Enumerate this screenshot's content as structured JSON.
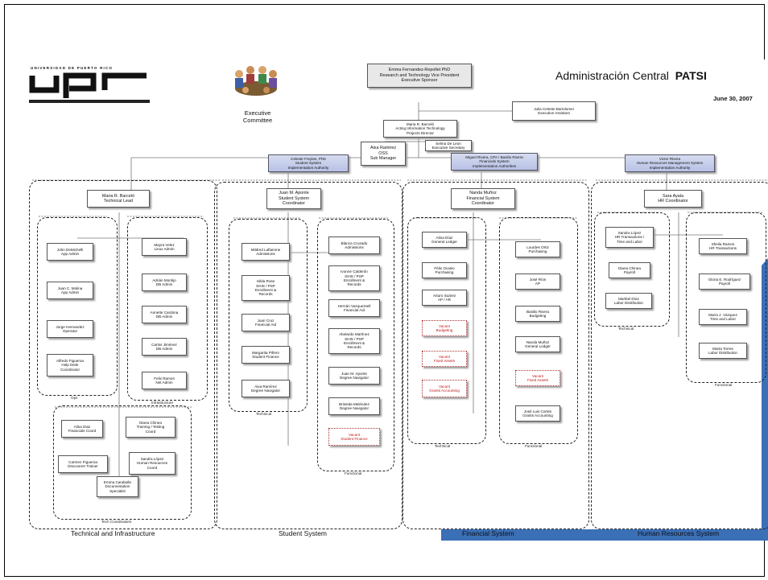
{
  "header": {
    "logo_caption": "UNIVERSIDAD DE PUERTO RICO",
    "logo": "UPR",
    "title_prefix": "Administración Central",
    "title_strong": "PATSI",
    "date": "June 30, 2007",
    "committee_label": "Executive\nCommittee"
  },
  "top": {
    "sponsor": "Emma Fernandez-Repollet PhD\nResearch and Technology Vice President\nExecutive Sponsor",
    "assistant": "Julia Celeste Bartolomei\nExecutive Assistant",
    "director": "Maria R. Barceló\nActing Information Technology\nProjects Director",
    "secretary": "Selma De Leon\nExecutive Secretary",
    "submanager": "Aixa Ramirez\nOSS\nSub Manager"
  },
  "authorities": [
    "Celeste Freytes, PhD\nStudent System\nImplementation Authority",
    "Miguel Rivera, CPA / Basilio Rivera\nFinancials System\nImplementation Authorities",
    "Victor Rivera\nHuman Resources Management System\nImplementation Authority"
  ],
  "tech": {
    "lead": "Maria R. Barceló\nTechnical Lead",
    "ops": [
      "John DeMichelli\nApp Admin",
      "Juan C. Molina\nApp Admin",
      "Jorge Hernandez\nOperator",
      "Alfredo Figueroa\nHelp Desk\nCoordinator"
    ],
    "infra": [
      "Mayra Velez\nLinux Admin",
      "Adrián Montijo\nDB Admin",
      "Annette Cardona\nDB Admin",
      "Carlos Jiménez\nDB Admin",
      "Felix Ramos\nNet Admin"
    ],
    "coord": [
      "Alina Diaz\nFinancials Coord",
      "Diana Chinea\nTraining / Testing\nCoord",
      "Carmen Figueroa\nDiscoverer Trainer",
      "Sandra López\nHuman Resources\nCoord",
      "Emma Caraballo\nDocumentation\nSpecialist"
    ],
    "sub_labels": [
      "Ops",
      "Infrastructure",
      "Tech Coordinators"
    ],
    "label": "Technical and Infrastructure"
  },
  "student": {
    "lead": "Juan M. Aponte\nStudent System\nCoordinator",
    "technical": [
      "Mildred Laflamme\nAdmissions",
      "Hilda Rose\nSIHS / PSP\nEnrollment &\nRecords",
      "Juan Cruz\nFinancial Aid",
      "Margarita Piñero\nStudent Finance",
      "Aixa Ramírez\nDegree Navigator"
    ],
    "functional": [
      "Blanca Cruzado\nAdmissions",
      "Ivonne Calderón\nSIHS / PSP\nEnrollment &\nRecords",
      "Hernán Vazquezsell\nFinancial Aid",
      "Abelardo Martínez\nSIHS / PSP\nEnrollment &\nRecords",
      "Juan M. Aponte\nDegree Navigator",
      "Briseida Meléndez\nDegree Navigator",
      "Vacant\nStudent Finance"
    ],
    "sub_labels": [
      "Technical",
      "Functional"
    ],
    "label": "Student System"
  },
  "financial": {
    "lead": "Nanda Muñoz\nFinancial System\nCoordinator",
    "technical": [
      "Alina Díaz\nGeneral Ledger",
      "Félix Ocasio\nPurchasing",
      "Arturo Suárez\nAP / AR",
      "Vacant\nBudgeting",
      "Vacant\nFixed Assets",
      "Vacant\nGrants Accounting"
    ],
    "functional": [
      "Lourdes Ortiz\nPurchasing",
      "José Ríos\nAP",
      "Basilio Rivera\nBudgeting",
      "Nanda Muñoz\nGeneral Ledger",
      "Vacant\nFixed Assets",
      "José Luis Cortes\nGrants Accounting"
    ],
    "sub_labels": [
      "Technical",
      "Functional"
    ],
    "label": "Financial System"
  },
  "hr": {
    "lead": "Sara Ayala\nHR Coordinator",
    "technical": [
      "Sandra López\nHR Transactions /\nTime and Labor",
      "Diana Chinea\nPayroll",
      "Maribel Díaz\nLabor Distribution"
    ],
    "functional": [
      "Sheila Ramos\nHR Transactions",
      "Gloria E. Rodríguez\nPayroll",
      "María J. Vázquez\nTime and Labor",
      "Marta Torres\nLabor Distribution"
    ],
    "sub_labels": [
      "Technical",
      "Functional"
    ],
    "label": "Human Resources System"
  },
  "colors": {
    "accent": "#3b6fb6",
    "box_blue": "#c4cdeb",
    "vacant": "#c01818"
  }
}
